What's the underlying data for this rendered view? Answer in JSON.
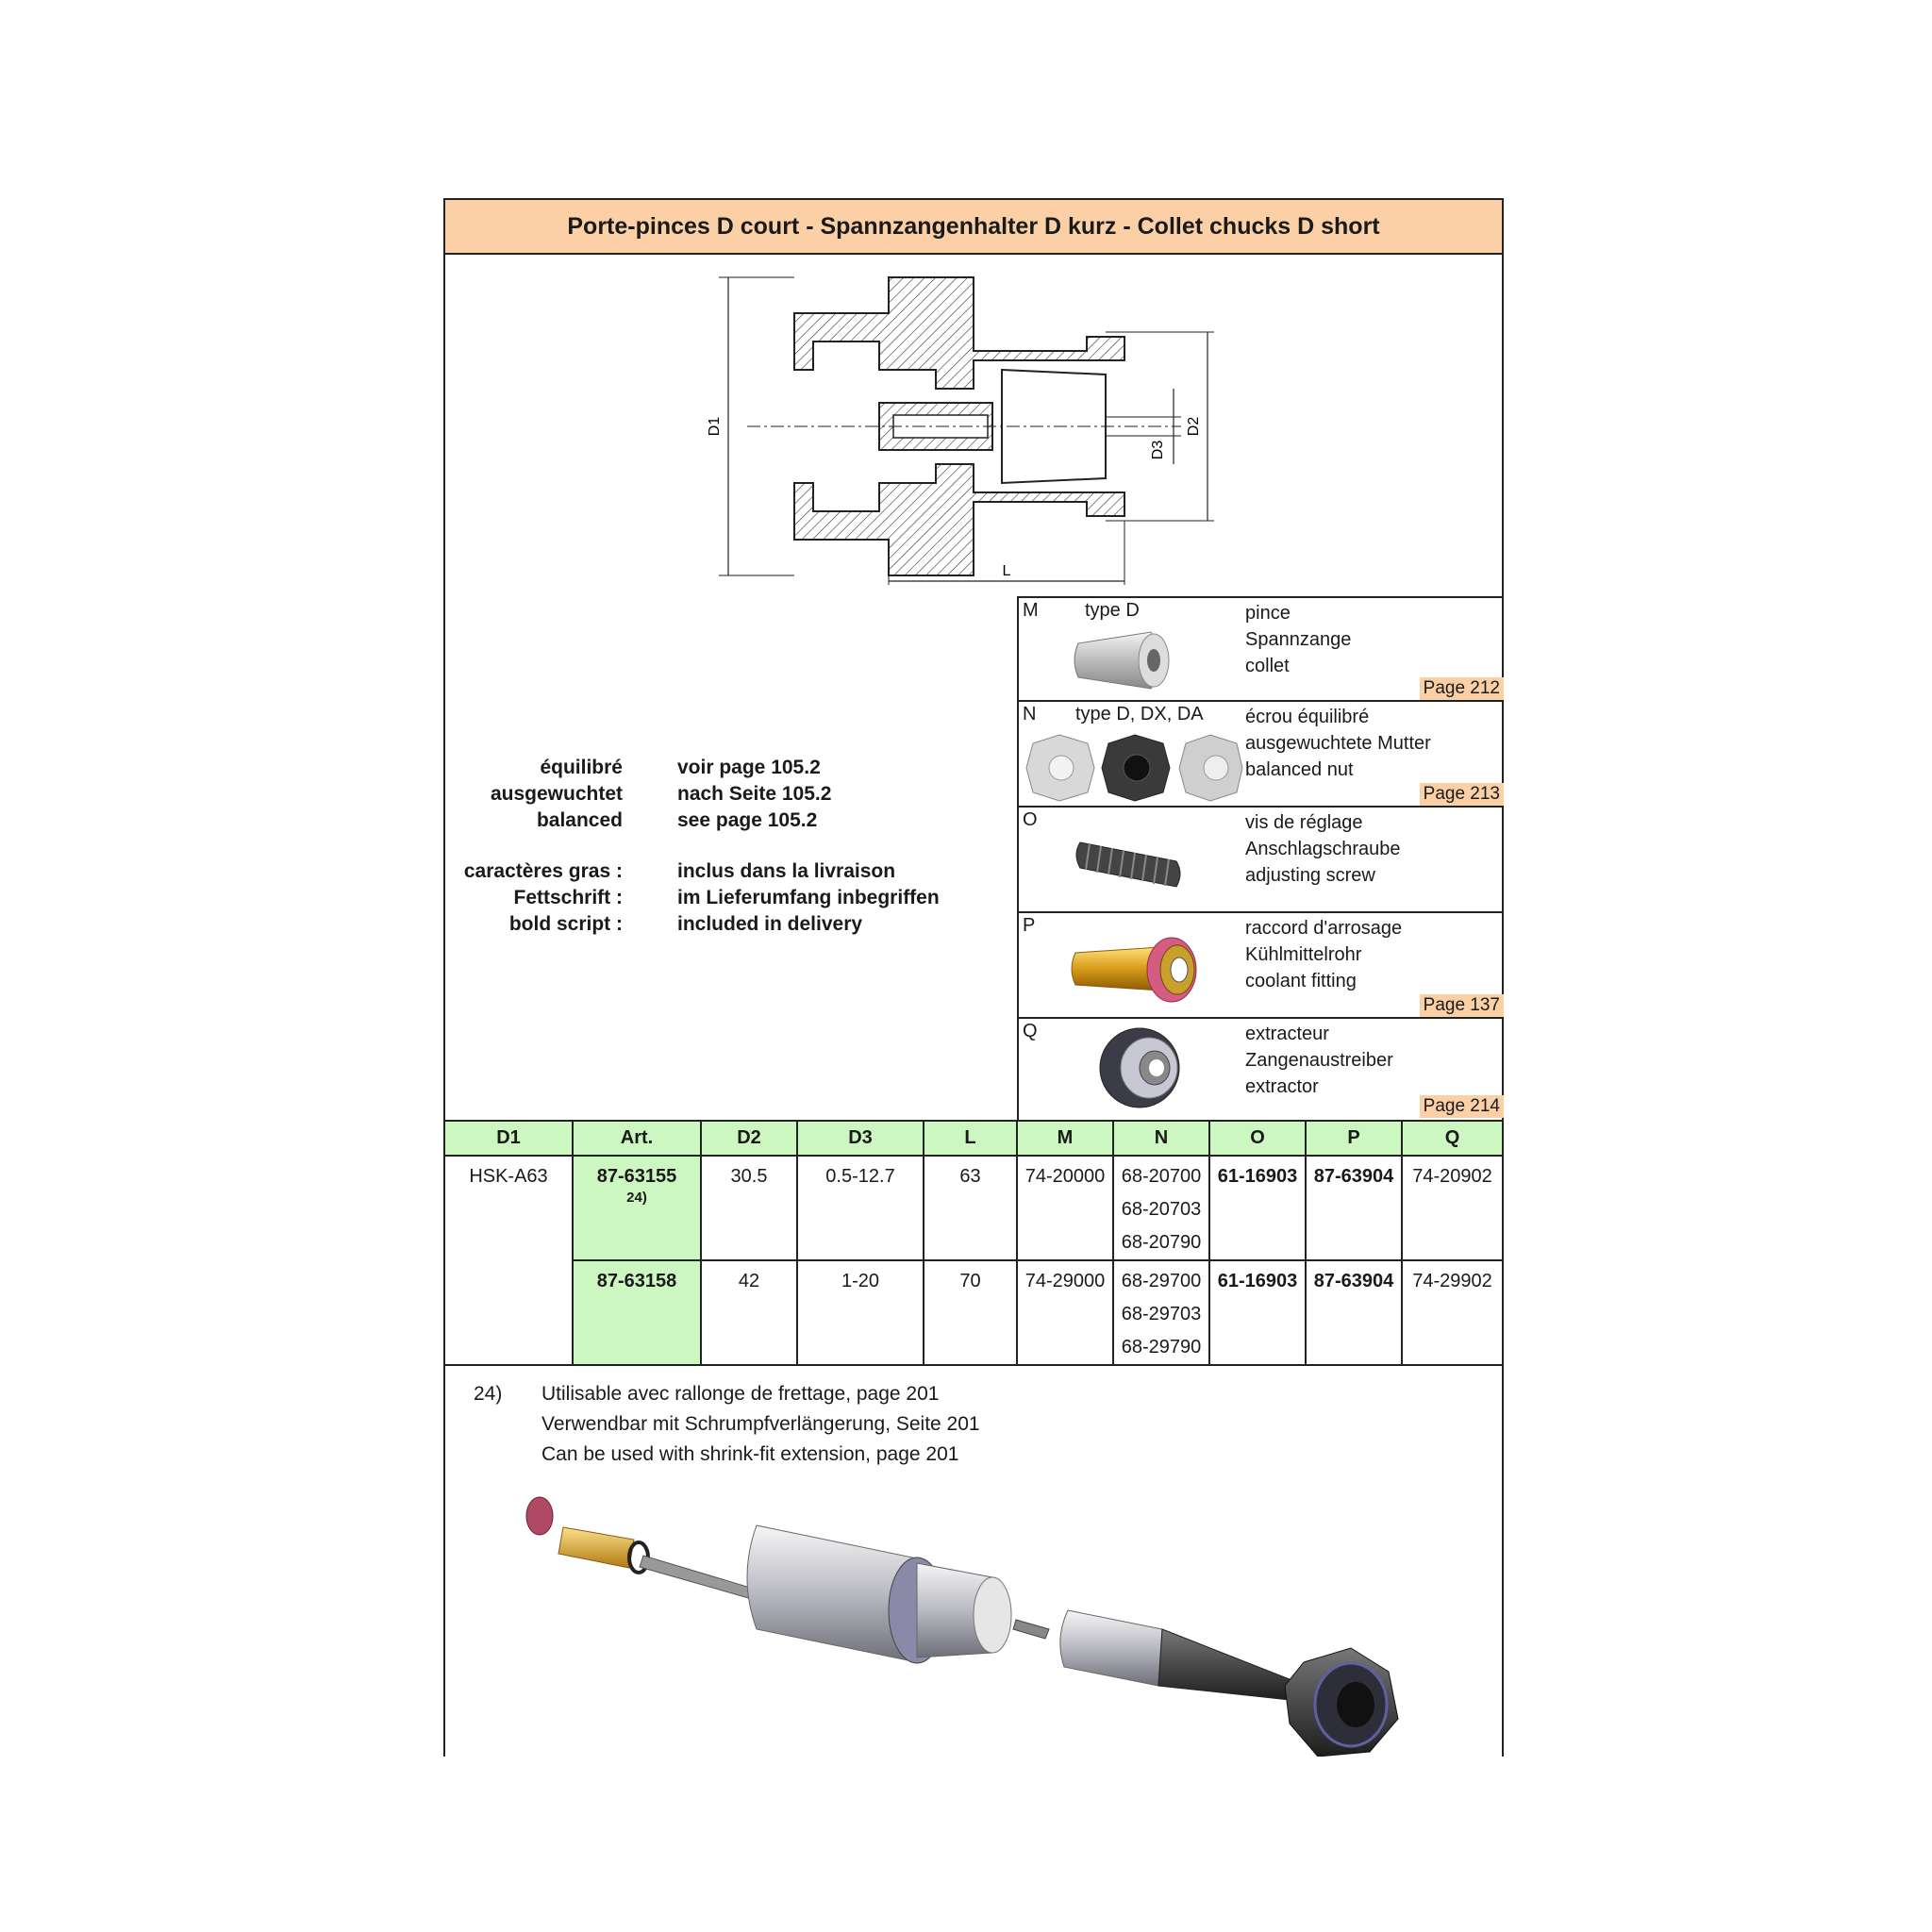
{
  "title": "Porte-pinces D court - Spannzangenhalter D kurz - Collet chucks D short",
  "drawing_labels": {
    "d1": "D1",
    "d2": "D2",
    "d3": "D3",
    "l": "L"
  },
  "legend": [
    {
      "left": "équilibré",
      "right": "voir page 105.2"
    },
    {
      "left": "ausgewuchtet",
      "right": "nach Seite 105.2"
    },
    {
      "left": "balanced",
      "right": "see page 105.2"
    },
    {
      "left": "caractères gras :",
      "right": "inclus dans la livraison"
    },
    {
      "left": "Fettschrift :",
      "right": "im Lieferumfang inbegriffen"
    },
    {
      "left": "bold script :",
      "right": "included in delivery"
    }
  ],
  "accessories": [
    {
      "letter": "M",
      "type": "type D",
      "desc": [
        "pince",
        "Spannzange",
        "collet"
      ],
      "page": "Page 212",
      "icon": "collet-icon"
    },
    {
      "letter": "N",
      "type": "type D, DX, DA",
      "desc": [
        "écrou équilibré",
        "ausgewuchtete Mutter",
        "balanced nut"
      ],
      "page": "Page 213",
      "icon": "nut-icon"
    },
    {
      "letter": "O",
      "type": "",
      "desc": [
        "vis de réglage",
        "Anschlagschraube",
        "adjusting screw"
      ],
      "page": "",
      "icon": "screw-icon"
    },
    {
      "letter": "P",
      "type": "",
      "desc": [
        "raccord d'arrosage",
        "Kühlmittelrohr",
        "coolant fitting"
      ],
      "page": "Page 137",
      "icon": "coolant-fitting-icon"
    },
    {
      "letter": "Q",
      "type": "",
      "desc": [
        "extracteur",
        "Zangenaustreiber",
        "extractor"
      ],
      "page": "Page 214",
      "icon": "extractor-icon"
    }
  ],
  "table": {
    "headers": [
      "D1",
      "Art.",
      "D2",
      "D3",
      "L",
      "M",
      "N",
      "O",
      "P",
      "Q"
    ],
    "d1": "HSK-A63",
    "rows": [
      {
        "art": "87-63155",
        "footnote": "24)",
        "d2": "30.5",
        "d3": "0.5-12.7",
        "l": "63",
        "m": "74-20000",
        "n": [
          "68-20700",
          "68-20703",
          "68-20790"
        ],
        "o": "61-16903",
        "p": "87-63904",
        "q": "74-20902"
      },
      {
        "art": "87-63158",
        "footnote": "",
        "d2": "42",
        "d3": "1-20",
        "l": "70",
        "m": "74-29000",
        "n": [
          "68-29700",
          "68-29703",
          "68-29790"
        ],
        "o": "61-16903",
        "p": "87-63904",
        "q": "74-29902"
      }
    ]
  },
  "footnote": {
    "number": "24)",
    "lines": [
      "Utilisable avec rallonge de frettage, page 201",
      "Verwendbar mit Schrumpfverlängerung, Seite 201",
      "Can be used with shrink-fit extension, page 201"
    ]
  }
}
